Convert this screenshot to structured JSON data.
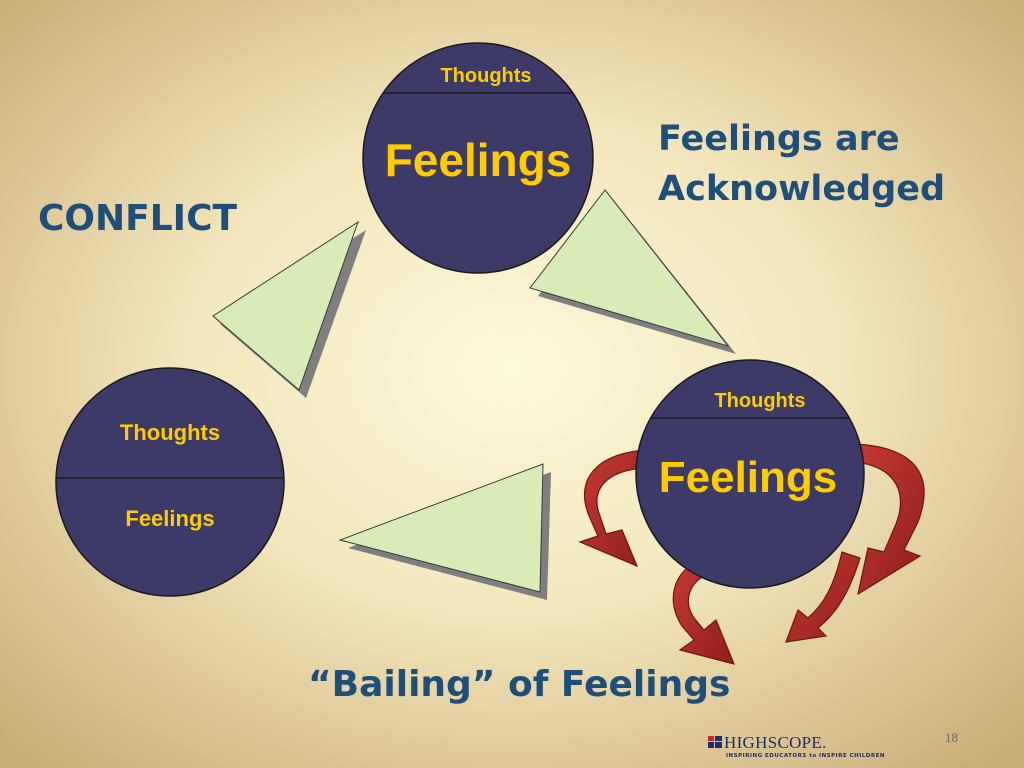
{
  "labels": {
    "conflict": "CONFLICT",
    "acknowledged_line1": "Feelings are",
    "acknowledged_line2": "Acknowledged",
    "bailing": "“Bailing” of Feelings"
  },
  "circles": {
    "top": {
      "thoughts": "Thoughts",
      "feelings": "Feelings"
    },
    "left": {
      "thoughts": "Thoughts",
      "feelings": "Feelings"
    },
    "right": {
      "thoughts": "Thoughts",
      "feelings": "Feelings"
    }
  },
  "footer": {
    "slide_number": "18",
    "logo_text": "HIGHSCOPE.",
    "logo_tagline": "INSPIRING EDUCATORS to INSPIRE CHILDREN"
  },
  "colors": {
    "circle_fill": "#3d3a68",
    "circle_text": "#ffcc00",
    "triangle_fill": "#d9ecb8",
    "triangle_shadow": "#7f7f7f",
    "arrow_fill": "#b02a26",
    "label_text": "#1f4e79"
  }
}
